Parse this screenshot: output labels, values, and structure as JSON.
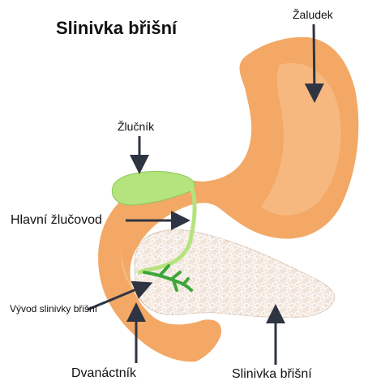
{
  "title": "Slinivka břišní",
  "labels": {
    "stomach": "Žaludek",
    "gallbladder": "Žlučník",
    "common_bile_duct": "Hlavní žlučovod",
    "pancreatic_duct": "Vývod slinivky břišní",
    "duodenum": "Dvanáctník",
    "pancreas": "Slinivka břišní"
  },
  "colors": {
    "stomach": "#F3A866",
    "stomach_highlight": "#F7C08C",
    "gallbladder": "#B5E37E",
    "gallbladder_outline": "#8CC95A",
    "pancreas": "#F1E4DA",
    "pancreas_outline": "#D9C6B6",
    "pancreatic_duct": "#3DA63A",
    "arrow": "#2E3442"
  }
}
